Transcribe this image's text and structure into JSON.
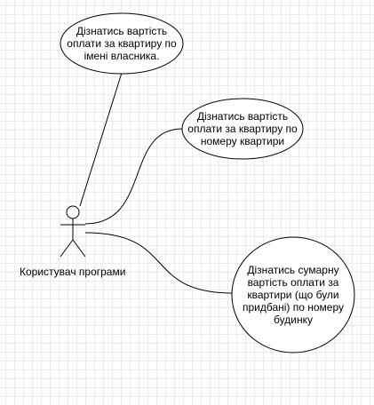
{
  "diagram": {
    "actor": {
      "label": "Користувач програми"
    },
    "use_cases": [
      {
        "text": "Дізнатись вартість оплати за квартиру по імені власника."
      },
      {
        "text": "Дізнатись вартість оплати за квартиру по номеру квартири"
      },
      {
        "text": "Дізнатись сумарну вартість оплати за квартири (що були придбані) по номеру будинку"
      }
    ],
    "colors": {
      "stroke": "#000000",
      "fill": "#ffffff",
      "grid": "#ebebeb"
    }
  }
}
